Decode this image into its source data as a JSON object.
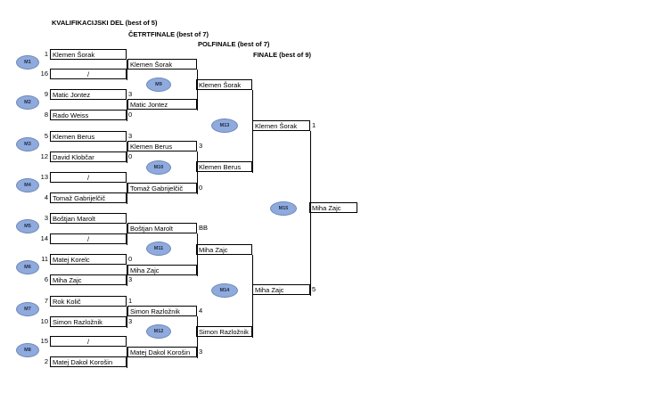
{
  "headers": {
    "qualification": "KVALIFIKACIJSKI DEL (best of 5)",
    "quarterfinal": "ČETRTFINALE (best of 7)",
    "semifinal": "POLFINALE (best of 7)",
    "final": "FINALE (best of 9)"
  },
  "round1": [
    {
      "seed": "1",
      "name": "Klemen Šorak",
      "score": ""
    },
    {
      "seed": "16",
      "name": "/",
      "score": ""
    },
    {
      "seed": "9",
      "name": "Matic Jontez",
      "score": "3"
    },
    {
      "seed": "8",
      "name": "Rado Weiss",
      "score": "0"
    },
    {
      "seed": "5",
      "name": "Klemen Berus",
      "score": "3"
    },
    {
      "seed": "12",
      "name": "David Klobčar",
      "score": "0"
    },
    {
      "seed": "13",
      "name": "/",
      "score": ""
    },
    {
      "seed": "4",
      "name": "Tomaž Gabrijelčič",
      "score": ""
    },
    {
      "seed": "3",
      "name": "Boštjan Marolt",
      "score": ""
    },
    {
      "seed": "14",
      "name": "/",
      "score": ""
    },
    {
      "seed": "11",
      "name": "Matej Korelc",
      "score": "0"
    },
    {
      "seed": "6",
      "name": "Miha Zajc",
      "score": "3"
    },
    {
      "seed": "7",
      "name": "Rok Količ",
      "score": "1"
    },
    {
      "seed": "10",
      "name": "Simon Razložnik",
      "score": "3"
    },
    {
      "seed": "15",
      "name": "/",
      "score": ""
    },
    {
      "seed": "2",
      "name": "Matej Dakol Korošin",
      "score": ""
    }
  ],
  "matches_r1": [
    "M1",
    "M2",
    "M3",
    "M4",
    "M5",
    "M6",
    "M7",
    "M8"
  ],
  "round2": [
    {
      "name": "Klemen Šorak",
      "score": ""
    },
    {
      "name": "Matic Jontez",
      "score": ""
    },
    {
      "name": "Klemen Berus",
      "score": "3"
    },
    {
      "name": "Tomaž Gabrijelčič",
      "score": "0"
    },
    {
      "name": "Boštjan Marolt",
      "score": "BB"
    },
    {
      "name": "Miha Zajc",
      "score": ""
    },
    {
      "name": "Simon Razložnik",
      "score": "4"
    },
    {
      "name": "Matej Dakol Korošin",
      "score": "3"
    }
  ],
  "matches_r2": [
    "M9",
    "M10",
    "M11",
    "M12"
  ],
  "round3": [
    {
      "name": "Klemen Šorak",
      "score": ""
    },
    {
      "name": "Klemen Berus",
      "score": ""
    },
    {
      "name": "Miha Zajc",
      "score": ""
    },
    {
      "name": "Simon Razložnik",
      "score": ""
    }
  ],
  "matches_r3": [
    "M13",
    "M14"
  ],
  "round4": [
    {
      "name": "Klemen Šorak",
      "score": "1"
    },
    {
      "name": "Miha Zajc",
      "score": "5"
    }
  ],
  "matches_r4": [
    "M15"
  ],
  "winner": {
    "name": "Miha Zajc"
  }
}
